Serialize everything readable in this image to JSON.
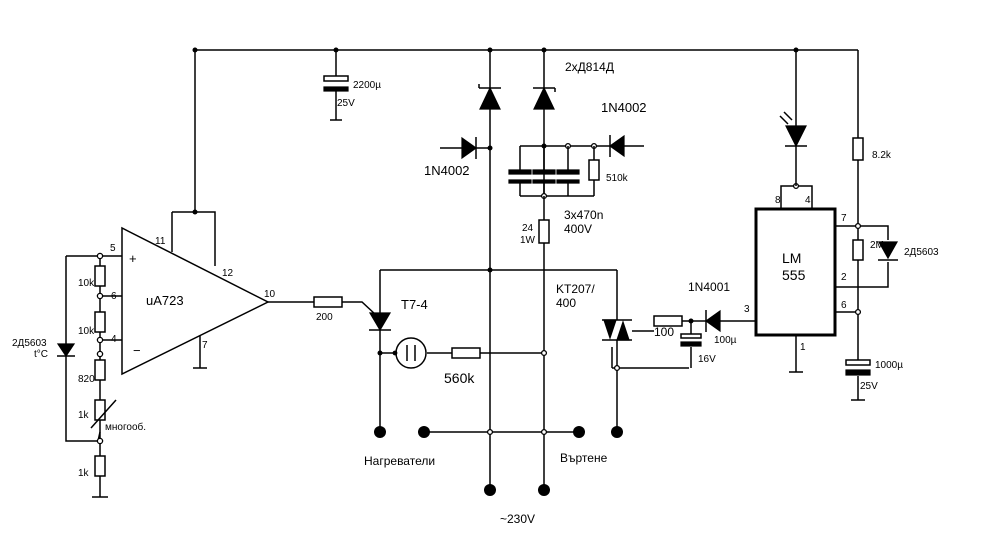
{
  "opamp": {
    "name": "uA723",
    "plus": "+",
    "minus": "−",
    "pins": {
      "p5": "5",
      "p6": "6",
      "p4": "4",
      "p11": "11",
      "p12": "12",
      "p7": "7",
      "p10": "10"
    }
  },
  "timer": {
    "name1": "LM",
    "name2": "555",
    "pins": {
      "p8": "8",
      "p4": "4",
      "p7": "7",
      "p2": "2",
      "p6": "6",
      "p3": "3",
      "p1": "1"
    }
  },
  "left_chain": {
    "r_top": "10k",
    "r_mid": "10k",
    "r_820": "820",
    "r_pot": "1k",
    "pot_note": "многооб.",
    "r_bottom": "1k",
    "sensor_diode": "2Д5603",
    "sensor_note": "t°C"
  },
  "labels": {
    "c2200": "2200µ",
    "c2200_v": "25V",
    "r200": "200",
    "thyristor": "T7-4",
    "r560": "560k",
    "zener": "2хД814Д",
    "diode_a": "1N4002",
    "diode_b": "1N4002",
    "r510": "510k",
    "cap_bank": "3x470n",
    "cap_bank_v": "400V",
    "r24": "24",
    "r24_w": "1W",
    "triac": "KT207/",
    "triac_v": "400",
    "r100": "100",
    "diode_c": "1N4001",
    "c100": "100µ",
    "c100_v": "16V",
    "r82": "8.2k",
    "r2m": "2M",
    "diode_2d": "2Д5603",
    "c1000": "1000µ",
    "c1000_v": "25V",
    "heater": "Нагреватели",
    "rotation": "Въртене",
    "mains": "~230V"
  }
}
